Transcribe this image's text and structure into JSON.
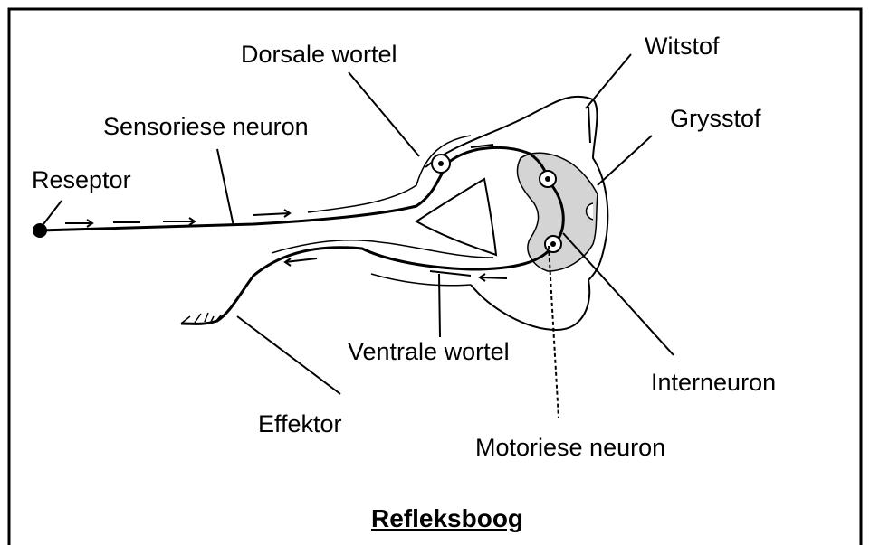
{
  "diagram": {
    "caption": "Refleksboog",
    "labels": {
      "dorsale_wortel": "Dorsale wortel",
      "witstof": "Witstof",
      "grysstof": "Grysstof",
      "sensoriese_neuron": "Sensoriese neuron",
      "reseptor": "Reseptor",
      "ventrale_wortel": "Ventrale wortel",
      "interneuron": "Interneuron",
      "effektor": "Effektor",
      "motoriese_neuron": "Motoriese neuron"
    },
    "colors": {
      "line": "#000000",
      "grey_matter": "#d4d4d4",
      "background": "#ffffff"
    }
  }
}
